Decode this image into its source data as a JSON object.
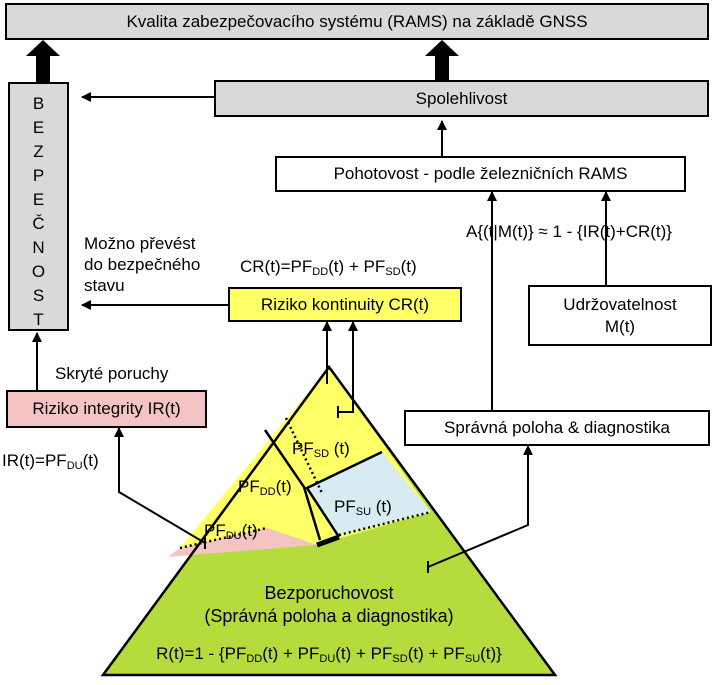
{
  "title": "Kvalita zabezpečovacího systému (RAMS) na základě GNSS",
  "safety_letters": [
    "B",
    "E",
    "Z",
    "P",
    "E",
    "Č",
    "N",
    "O",
    "S",
    "T"
  ],
  "reliability": "Spolehlivost",
  "availability": "Pohotovost - podle železničních RAMS",
  "availability_formula": "A{(t|M(t)} ≈ 1 - {IR(t)+CR(t)}",
  "maintainability_line1": "Udržovatelnost",
  "maintainability_line2": "M(t)",
  "position_diag": "Správná poloha & diagnostika",
  "continuity_risk": "Riziko kontinuity CR(t)",
  "continuity_formula": {
    "lhs": "CR(t)=PF",
    "sub1": "DD",
    "mid": "(t) + PF",
    "sub2": "SD",
    "end": "(t)"
  },
  "safe_state_lines": [
    "Možno převést",
    "do bezpečného",
    "stavu"
  ],
  "hidden_failures": "Skryté poruchy",
  "integrity_risk": "Riziko integrity IR(t)",
  "integrity_formula": {
    "lhs": "IR(t)=PF",
    "sub": "DU",
    "end": "(t)"
  },
  "triangle": {
    "pf_sd": {
      "base": "PF",
      "sub": "SD",
      "end": " (t)"
    },
    "pf_dd": {
      "base": "PF",
      "sub": "DD",
      "end": "(t)"
    },
    "pf_su": {
      "base": "PF",
      "sub": "SU",
      "end": " (t)"
    },
    "pf_du": {
      "base": "PF",
      "sub": "DU",
      "end": "(t)"
    },
    "main_line1": "Bezporuchovost",
    "main_line2": "(Správná poloha a diagnostika)",
    "reliability_formula": {
      "p1": "R(t)=1 - {PF",
      "s1": "DD",
      "p2": "(t) +  PF",
      "s2": "DU",
      "p3": "(t) + PF",
      "s3": "SD",
      "p4": "(t) + PF",
      "s4": "SU",
      "p5": "(t)}"
    }
  },
  "colors": {
    "gray": "#d9d9d9",
    "yellow": "#ffff66",
    "pink": "#f4c4c4",
    "light_blue": "#d6ecf0",
    "green": "#b5dc3c",
    "line": "#000000"
  }
}
